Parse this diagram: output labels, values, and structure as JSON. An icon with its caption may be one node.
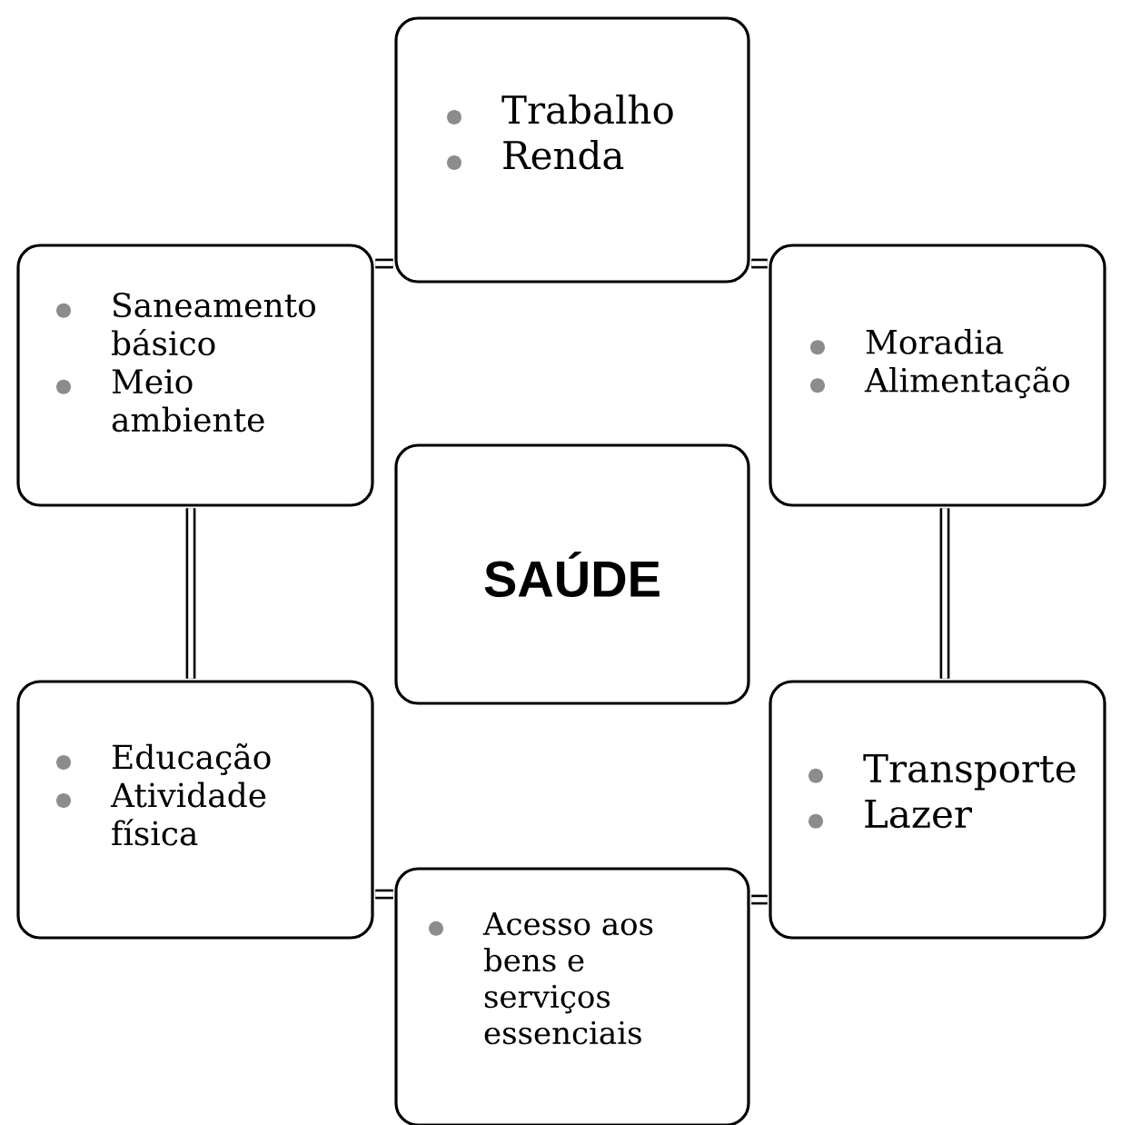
{
  "diagram": {
    "nodes": [
      {
        "text": [
          "Trabalho",
          "Renda"
        ]
      },
      {
        "text": [
          "Saneamento básico",
          "Meio ambiente"
        ]
      },
      {
        "text": [
          "Moradia",
          "Alimentação"
        ]
      },
      {
        "text": [
          "SAÚDE"
        ]
      },
      {
        "text": [
          "Educação",
          "Atividade física"
        ]
      },
      {
        "text": [
          "Transporte",
          "Lazer"
        ]
      },
      {
        "text": [
          "Acesso aos bens e serviços essenciais"
        ]
      }
    ],
    "edges": [
      {
        "from": 1,
        "to": 0,
        "arrow": "none"
      },
      {
        "from": 0,
        "to": 2,
        "arrow": "none"
      },
      {
        "from": 1,
        "to": 4,
        "arrow": "none"
      },
      {
        "from": 2,
        "to": 5,
        "arrow": "none"
      },
      {
        "from": 4,
        "to": 6,
        "arrow": "none"
      },
      {
        "from": 6,
        "to": 5,
        "arrow": "none"
      }
    ]
  }
}
